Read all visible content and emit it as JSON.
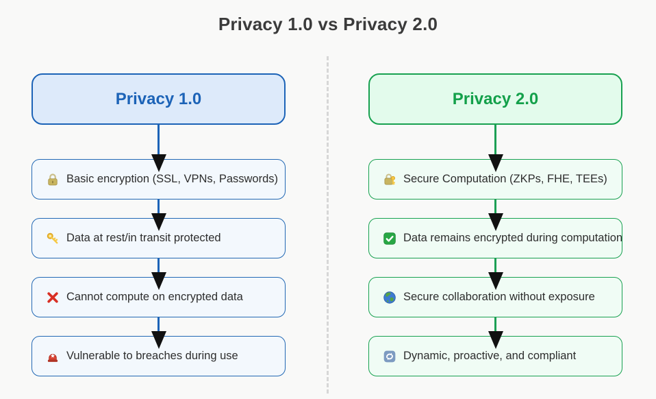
{
  "title": "Privacy 1.0 vs Privacy 2.0",
  "colors": {
    "background": "#f9f9f8",
    "blue_accent": "#1c63b7",
    "green_accent": "#18a150",
    "arrowhead": "#111111",
    "divider": "#d7d7d7"
  },
  "left_column": {
    "header": "Privacy 1.0",
    "rows": [
      {
        "icon": "lock-icon",
        "label": "Basic encryption (SSL, VPNs, Passwords)"
      },
      {
        "icon": "key-icon",
        "label": "Data at rest/in transit protected"
      },
      {
        "icon": "cross-mark-icon",
        "label": "Cannot compute on encrypted data"
      },
      {
        "icon": "siren-icon",
        "label": "Vulnerable to breaches during use"
      }
    ]
  },
  "right_column": {
    "header": "Privacy 2.0",
    "rows": [
      {
        "icon": "lock-with-key-icon",
        "label": "Secure Computation (ZKPs, FHE, TEEs)"
      },
      {
        "icon": "check-mark-icon",
        "label": "Data remains encrypted during computation"
      },
      {
        "icon": "globe-icon",
        "label": "Secure collaboration without exposure"
      },
      {
        "icon": "refresh-icon",
        "label": "Dynamic, proactive, and compliant"
      }
    ]
  }
}
